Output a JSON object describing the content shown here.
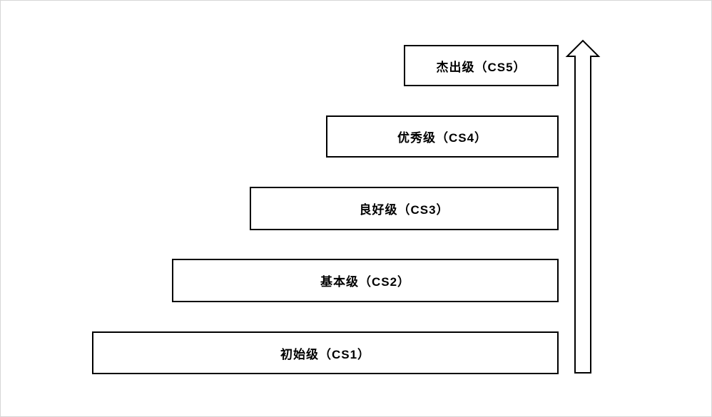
{
  "diagram": {
    "type": "stepped-maturity-ladder",
    "levels": [
      {
        "id": "CS5",
        "label": "杰出级（CS5）"
      },
      {
        "id": "CS4",
        "label": "优秀级（CS4）"
      },
      {
        "id": "CS3",
        "label": "良好级（CS3）"
      },
      {
        "id": "CS2",
        "label": "基本级（CS2）"
      },
      {
        "id": "CS1",
        "label": "初始级（CS1）"
      }
    ],
    "arrow": {
      "icon": "up-arrow-icon",
      "direction": "up",
      "style": "hollow-outline"
    },
    "colors": {
      "box_border": "#000000",
      "box_fill": "#ffffff",
      "text": "#000000",
      "page_border": "#d6d6d6",
      "background": "#ffffff"
    }
  }
}
